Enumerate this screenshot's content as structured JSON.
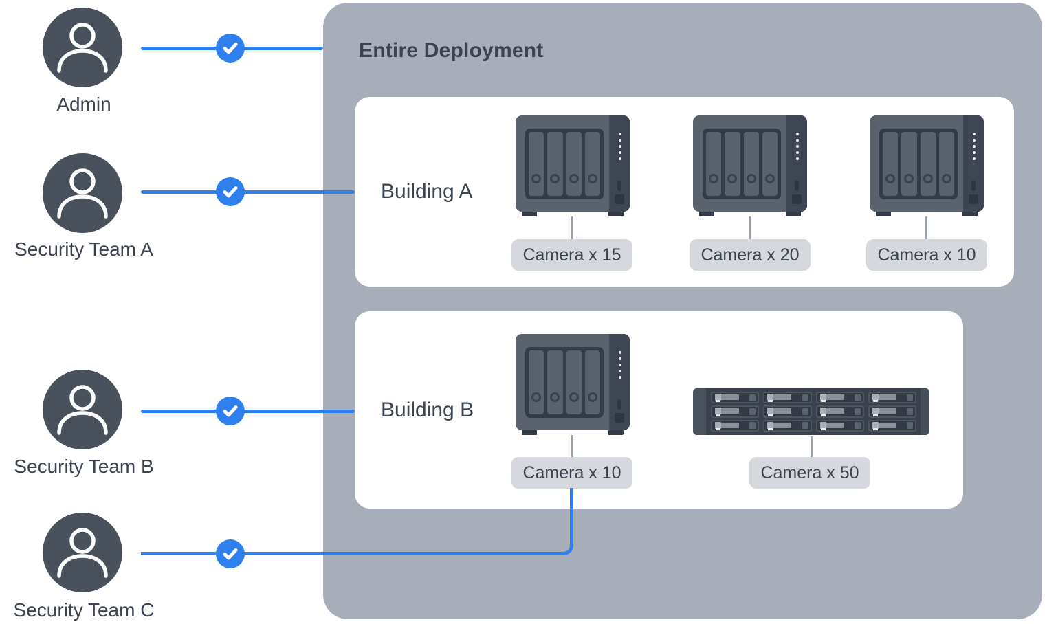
{
  "users": [
    {
      "label": "Admin",
      "access": "Entire Deployment"
    },
    {
      "label": "Security Team A",
      "access": "Building A"
    },
    {
      "label": "Security Team B",
      "access": "Building B"
    },
    {
      "label": "Security Team C",
      "access": "Camera x 10 (Building B)"
    }
  ],
  "panel": {
    "title": "Entire Deployment"
  },
  "buildings": [
    {
      "name": "Building A",
      "cameras": [
        "Camera x 15",
        "Camera x 20",
        "Camera x 10"
      ]
    },
    {
      "name": "Building B",
      "cameras": [
        "Camera x 10",
        "Camera x 50"
      ]
    }
  ],
  "icons": {
    "user": "user-avatar-icon",
    "check": "checkmark-icon",
    "nas_tower": "nas-tower-icon",
    "nas_rackmount": "rackmount-nas-icon"
  },
  "colors": {
    "accent_blue": "#2F80ED",
    "panel_bg": "#A8AEB9",
    "card_bg": "#FFFFFF",
    "badge_bg": "#D5D8DD",
    "text_dark": "#3A4350",
    "avatar_bg": "#49515D",
    "device_body": "#5A626E",
    "device_dark": "#333B47",
    "connector_gray": "#9AA0A9"
  }
}
